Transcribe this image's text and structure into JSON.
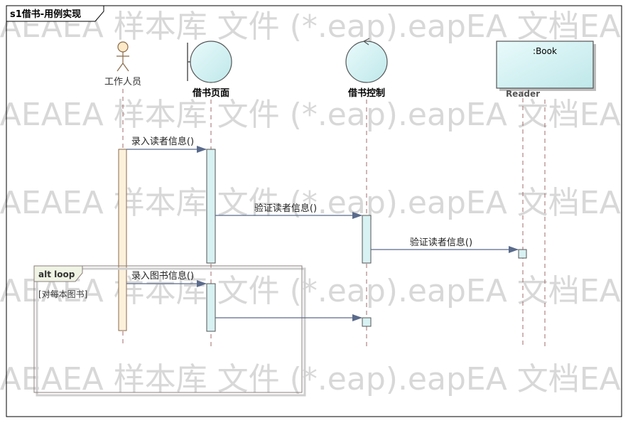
{
  "diagram": {
    "title": "s1借书-用例实现",
    "watermark_text": "EAEAEA 样本库 文件 (*.eap).eapEA 文档EA 样本库",
    "lifelines": [
      {
        "id": "actor",
        "label": "工作人员",
        "kind": "actor"
      },
      {
        "id": "page",
        "label": "借书页面",
        "kind": "boundary"
      },
      {
        "id": "control",
        "label": "借书控制",
        "kind": "control"
      },
      {
        "id": "book",
        "label": ":Book",
        "kind": "entity-box"
      },
      {
        "id": "reader",
        "label": "Reader",
        "kind": "entity-box"
      }
    ],
    "messages": [
      {
        "from": "actor",
        "to": "page",
        "label": "录入读者信息()"
      },
      {
        "from": "page",
        "to": "control",
        "label": "验证读者信息()"
      },
      {
        "from": "control",
        "to": "reader",
        "label": "验证读者信息()"
      },
      {
        "from": "actor",
        "to": "page",
        "label": "录入图书信息()"
      },
      {
        "from": "page",
        "to": "control",
        "label": ""
      }
    ],
    "fragment": {
      "operator": "alt loop",
      "guard": "[对每本图书]"
    },
    "colors": {
      "actor_activation": "#fdf1dc",
      "lifeline_fill": "#d8f1f2",
      "message_line": "#5a6b8c",
      "lifeline_dash": "#a06b6b",
      "border": "#000000"
    }
  }
}
